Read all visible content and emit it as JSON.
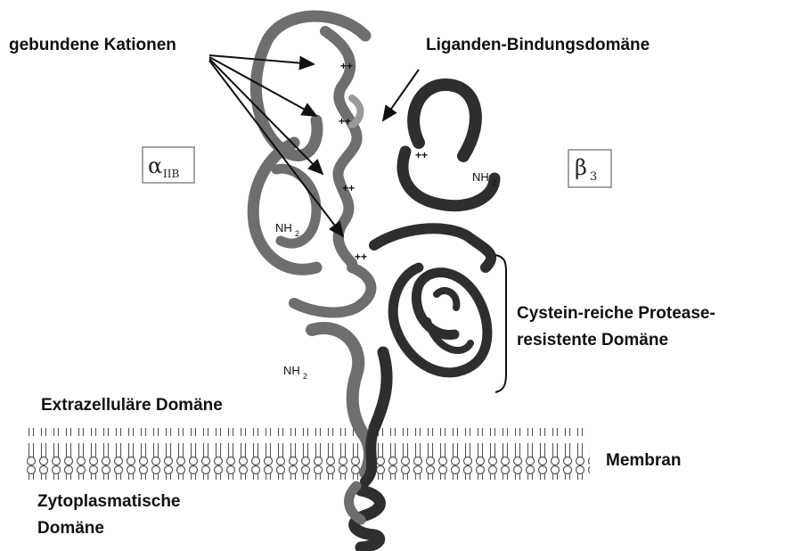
{
  "labels": {
    "cations": "gebundene Kationen",
    "ligand_domain": "Liganden-Bindungsdomäne",
    "cys_line1": "Cystein-reiche Protease-",
    "cys_line2": "resistente Domäne",
    "extracellular": "Extrazelluläre Domäne",
    "membrane": "Membran",
    "cyto_line1": "Zytoplasmatische",
    "cyto_line2": "Domäne"
  },
  "subunits": {
    "alpha_symbol": "α",
    "alpha_sub": "IIB",
    "beta_symbol": "β",
    "beta_sub": "3"
  },
  "termini": {
    "nh": "NH",
    "sub2": "2"
  },
  "cation_mark": "++",
  "colors": {
    "ribbon_mid": "#6e6e6e",
    "ribbon_dark": "#2e2e2e",
    "ribbon_light": "#9a9a9a",
    "membrane_stroke": "#555555",
    "text": "#111111"
  }
}
